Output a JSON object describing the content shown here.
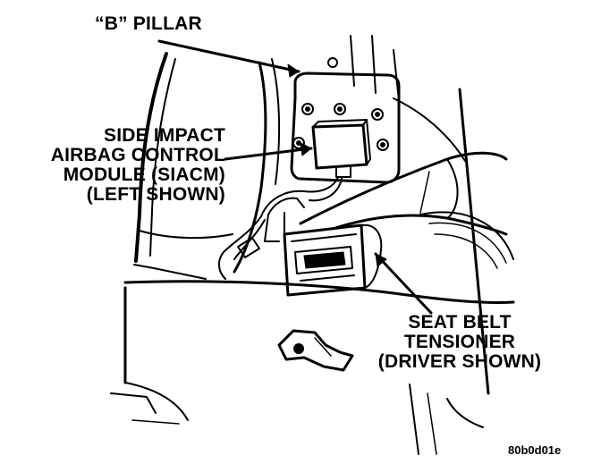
{
  "labels": {
    "b_pillar": "“B” PILLAR",
    "siacm": {
      "line1": "SIDE IMPACT",
      "line2": "AIRBAG CONTROL",
      "line3": "MODULE (SIACM)",
      "line4": "(LEFT SHOWN)"
    },
    "tensioner": {
      "line1": "SEAT BELT",
      "line2": "TENSIONER",
      "line3": "(DRIVER SHOWN)"
    }
  },
  "figure_id": "80b0d01e",
  "colors": {
    "ink": "#000000",
    "paper": "#ffffff"
  }
}
